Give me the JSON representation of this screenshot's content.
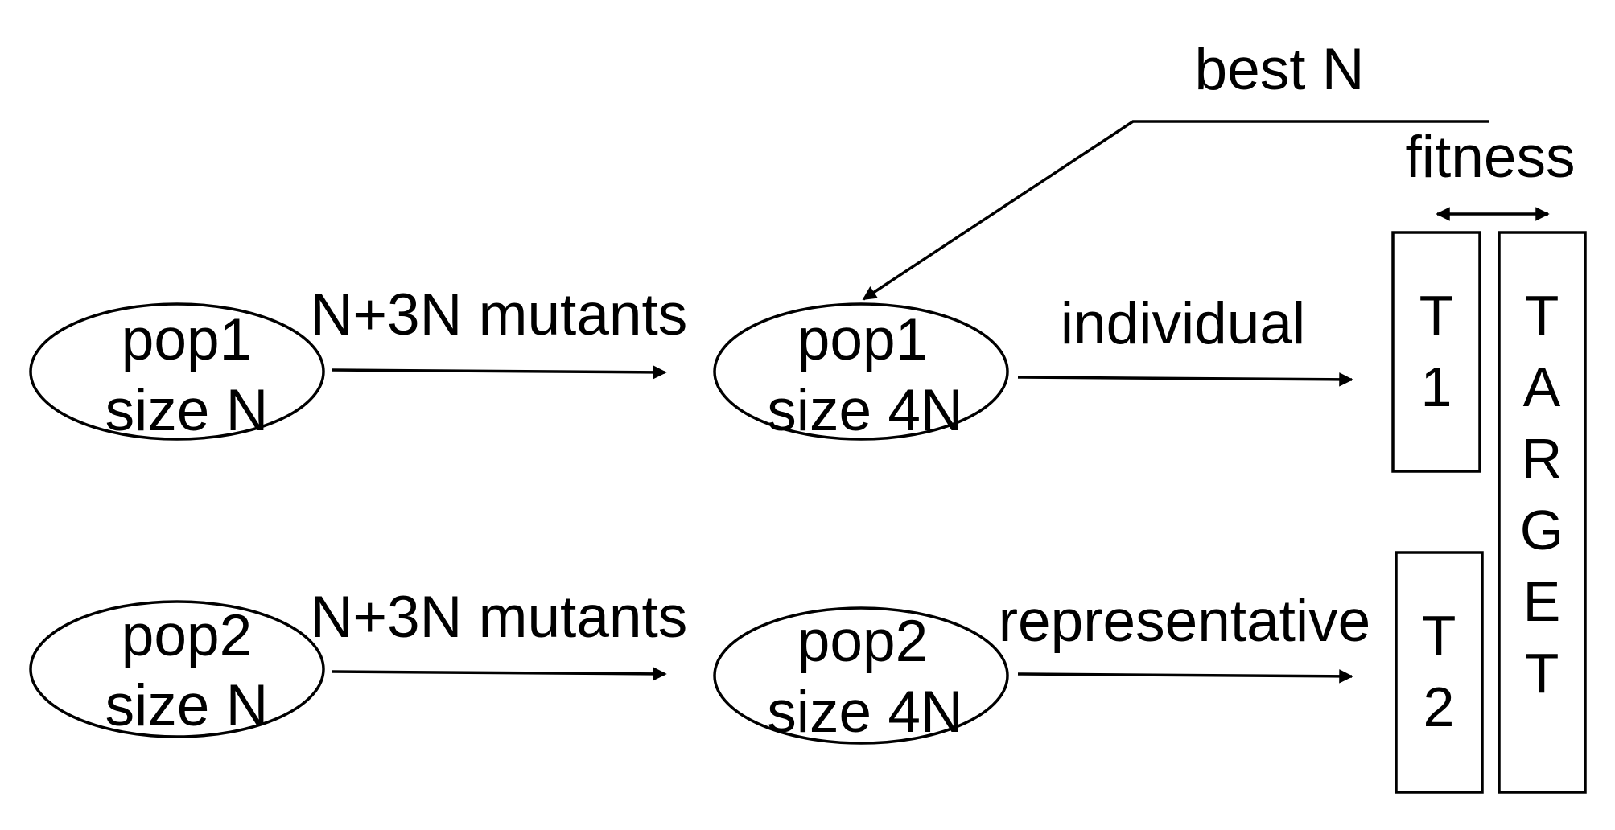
{
  "colors": {
    "stroke": "#000000",
    "text": "#000000",
    "background": "#ffffff"
  },
  "nodes": {
    "pop1_small": {
      "line1": "pop1",
      "line2": "size N"
    },
    "pop1_large": {
      "line1": "pop1",
      "line2": "size 4N"
    },
    "pop2_small": {
      "line1": "pop2",
      "line2": "size N"
    },
    "pop2_large": {
      "line1": "pop2",
      "line2": "size 4N"
    }
  },
  "edges": {
    "mutants_top": "N+3N mutants",
    "mutants_bottom": "N+3N mutants",
    "individual": "individual",
    "representative": "representative",
    "best_n": "best N",
    "fitness": "fitness"
  },
  "boxes": {
    "t1": [
      "T",
      "1"
    ],
    "t2": [
      "T",
      "2"
    ],
    "target": [
      "T",
      "A",
      "R",
      "G",
      "E",
      "T"
    ]
  }
}
